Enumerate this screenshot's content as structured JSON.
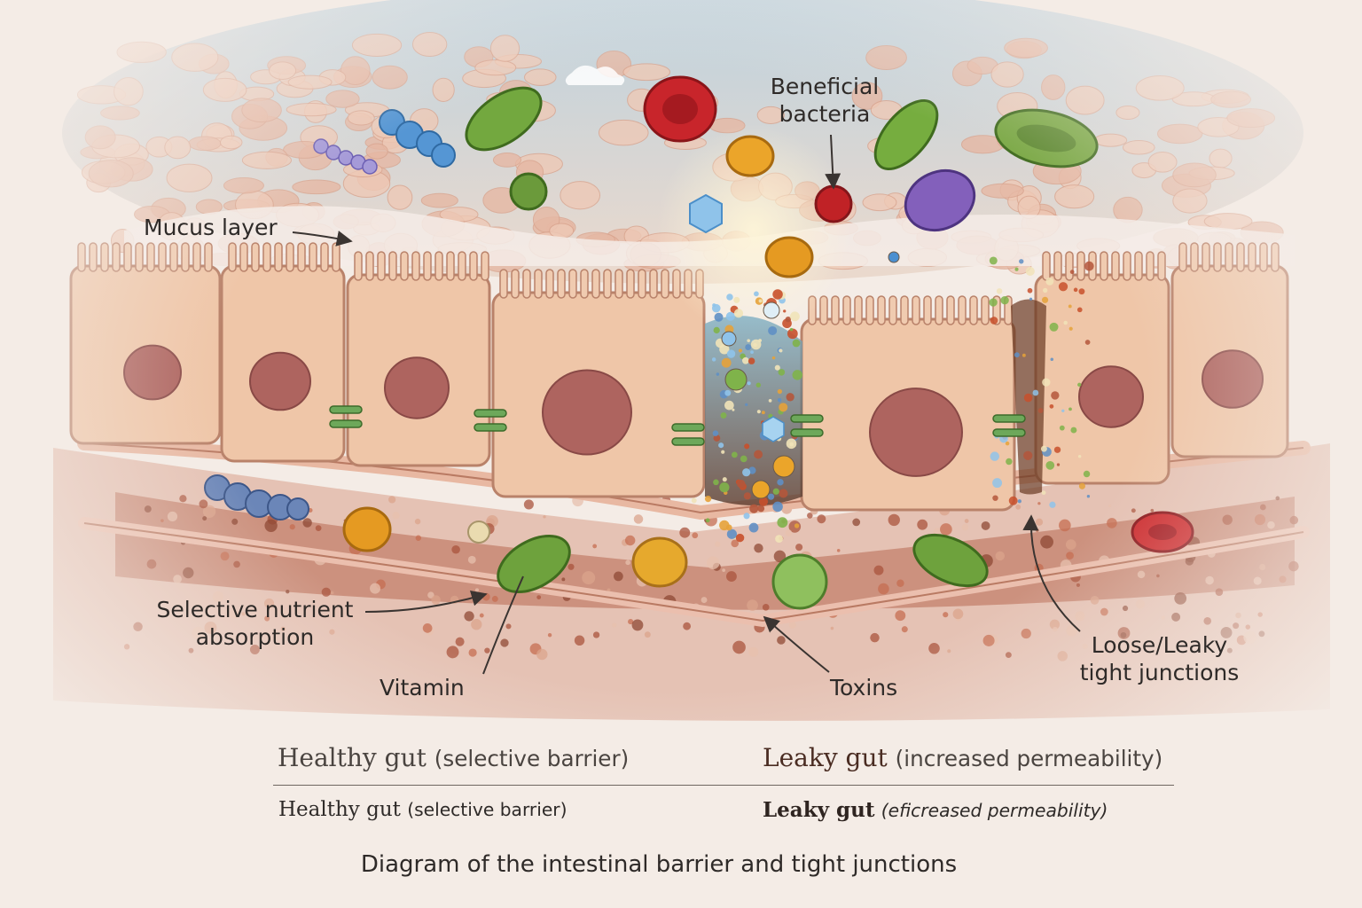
{
  "labels": {
    "beneficial_bacteria": [
      "Beneficial",
      "bacteria"
    ],
    "mucus_layer": "Mucus layer",
    "selective_absorption": [
      "Selective nutrient",
      "absorption"
    ],
    "vitamin": "Vitamin",
    "toxins": "Toxins",
    "leaky_junctions": [
      "Loose/Leaky",
      "tight junctions"
    ]
  },
  "comparison": {
    "row1": {
      "healthy": {
        "main": "Healthy gut",
        "paren": "(selective barrier)"
      },
      "leaky": {
        "main": "Leaky gut",
        "paren": "(increased permeability)"
      }
    },
    "row2": {
      "healthy": {
        "main": "Healthy gut",
        "paren": "(selective barrier)"
      },
      "leaky": {
        "main": "Leaky gut",
        "paren": "(eficreased permeability)"
      }
    }
  },
  "caption": "Diagram of the intestinal barrier and tight junctions",
  "colors": {
    "sky": "#bcd6e2",
    "cell": "#efc6a8",
    "cell_edge": "#b9826a",
    "nucleus": "#a85a58",
    "junction": "#6da85a",
    "membrane": "#e4b09c",
    "tissue": "#c98466",
    "green_bacteria": "#6ea23d",
    "red_blood_cell": "#c8252b",
    "blue_bacteria": "#4b8fd0",
    "purple_bacteria": "#7d5bb8",
    "orange_particle": "#e49a22"
  }
}
